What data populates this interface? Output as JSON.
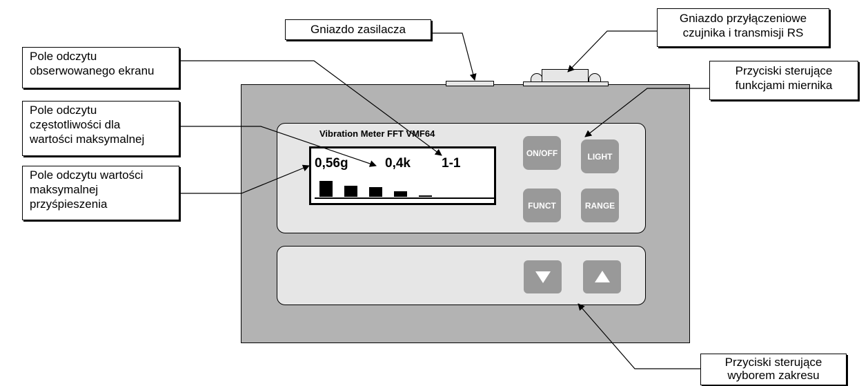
{
  "callouts": {
    "power_socket": [
      "Gniazdo zasilacza"
    ],
    "sensor_socket": [
      "Gniazdo przyłączeniowe",
      "czujnika i transmisji RS"
    ],
    "screen_field": [
      "Pole odczytu",
      "obserwowanego ekranu"
    ],
    "freq_field": [
      "Pole odczytu",
      "częstotliwości dla",
      "wartości maksymalnej"
    ],
    "max_value_field": [
      "Pole odczytu wartości",
      "maksymalnej",
      "przyśpieszenia"
    ],
    "function_buttons": [
      "Przyciski sterujące",
      "funkcjami miernika"
    ],
    "range_buttons": [
      "Przyciski sterujące",
      "wyborem zakresu"
    ]
  },
  "device": {
    "title": "Vibration Meter FFT VMF64",
    "readout": {
      "acceleration": "0,56g",
      "frequency": "0,4k",
      "screen": "1-1"
    },
    "buttons": {
      "on_off": "ON/OFF",
      "light": "LIGHT",
      "funct": "FUNCT",
      "range": "RANGE"
    },
    "range_keys": [
      "down-arrow-icon",
      "up-arrow-icon"
    ],
    "spectrum_levels": [
      1.0,
      0.7,
      0.6,
      0.35,
      0.08
    ]
  },
  "colors": {
    "housing": "#b3b3b3",
    "panel": "#e6e6e6",
    "button": "#999999",
    "button_text": "#ffffff"
  }
}
